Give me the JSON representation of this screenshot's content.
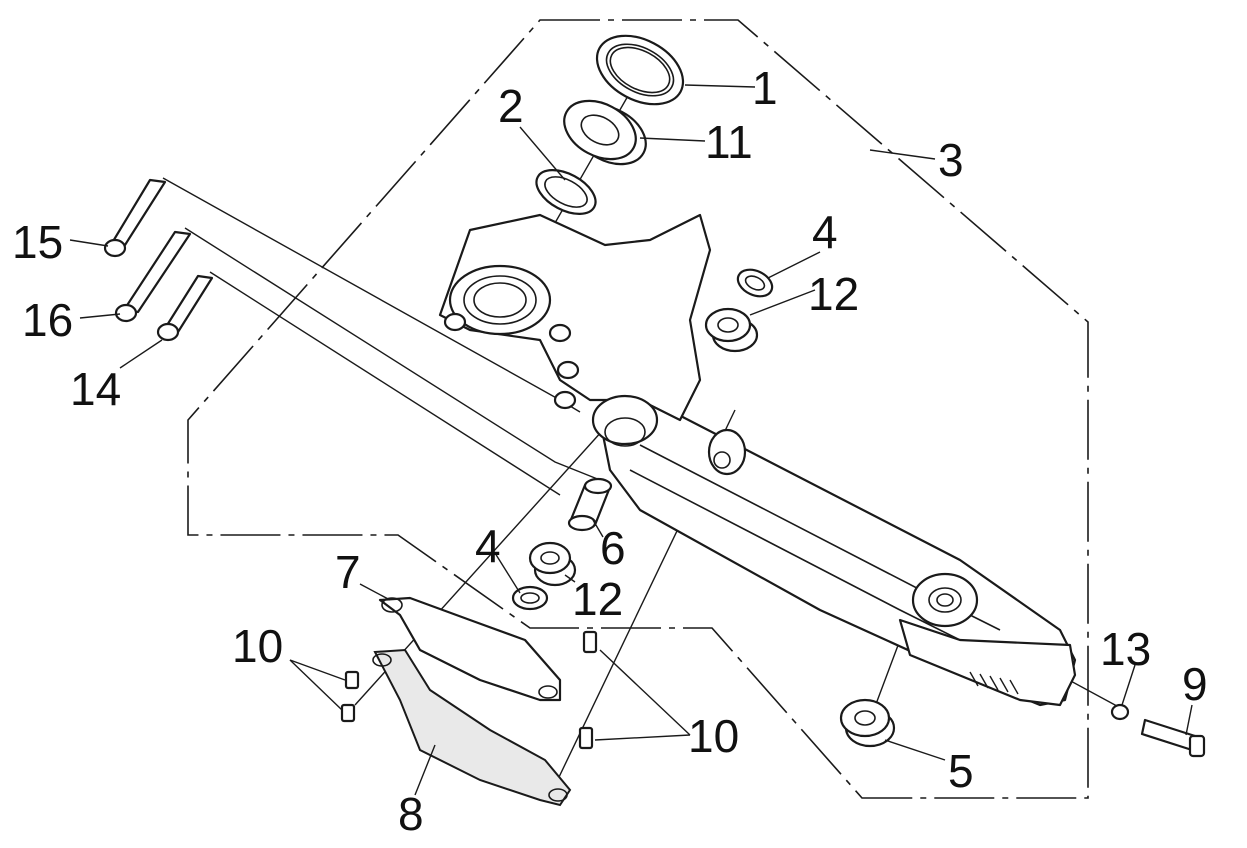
{
  "diagram": {
    "callouts": [
      "1",
      "2",
      "3",
      "4",
      "12",
      "11",
      "15",
      "16",
      "14",
      "6",
      "4",
      "12",
      "7",
      "10",
      "10",
      "13",
      "9",
      "5",
      "8"
    ]
  }
}
